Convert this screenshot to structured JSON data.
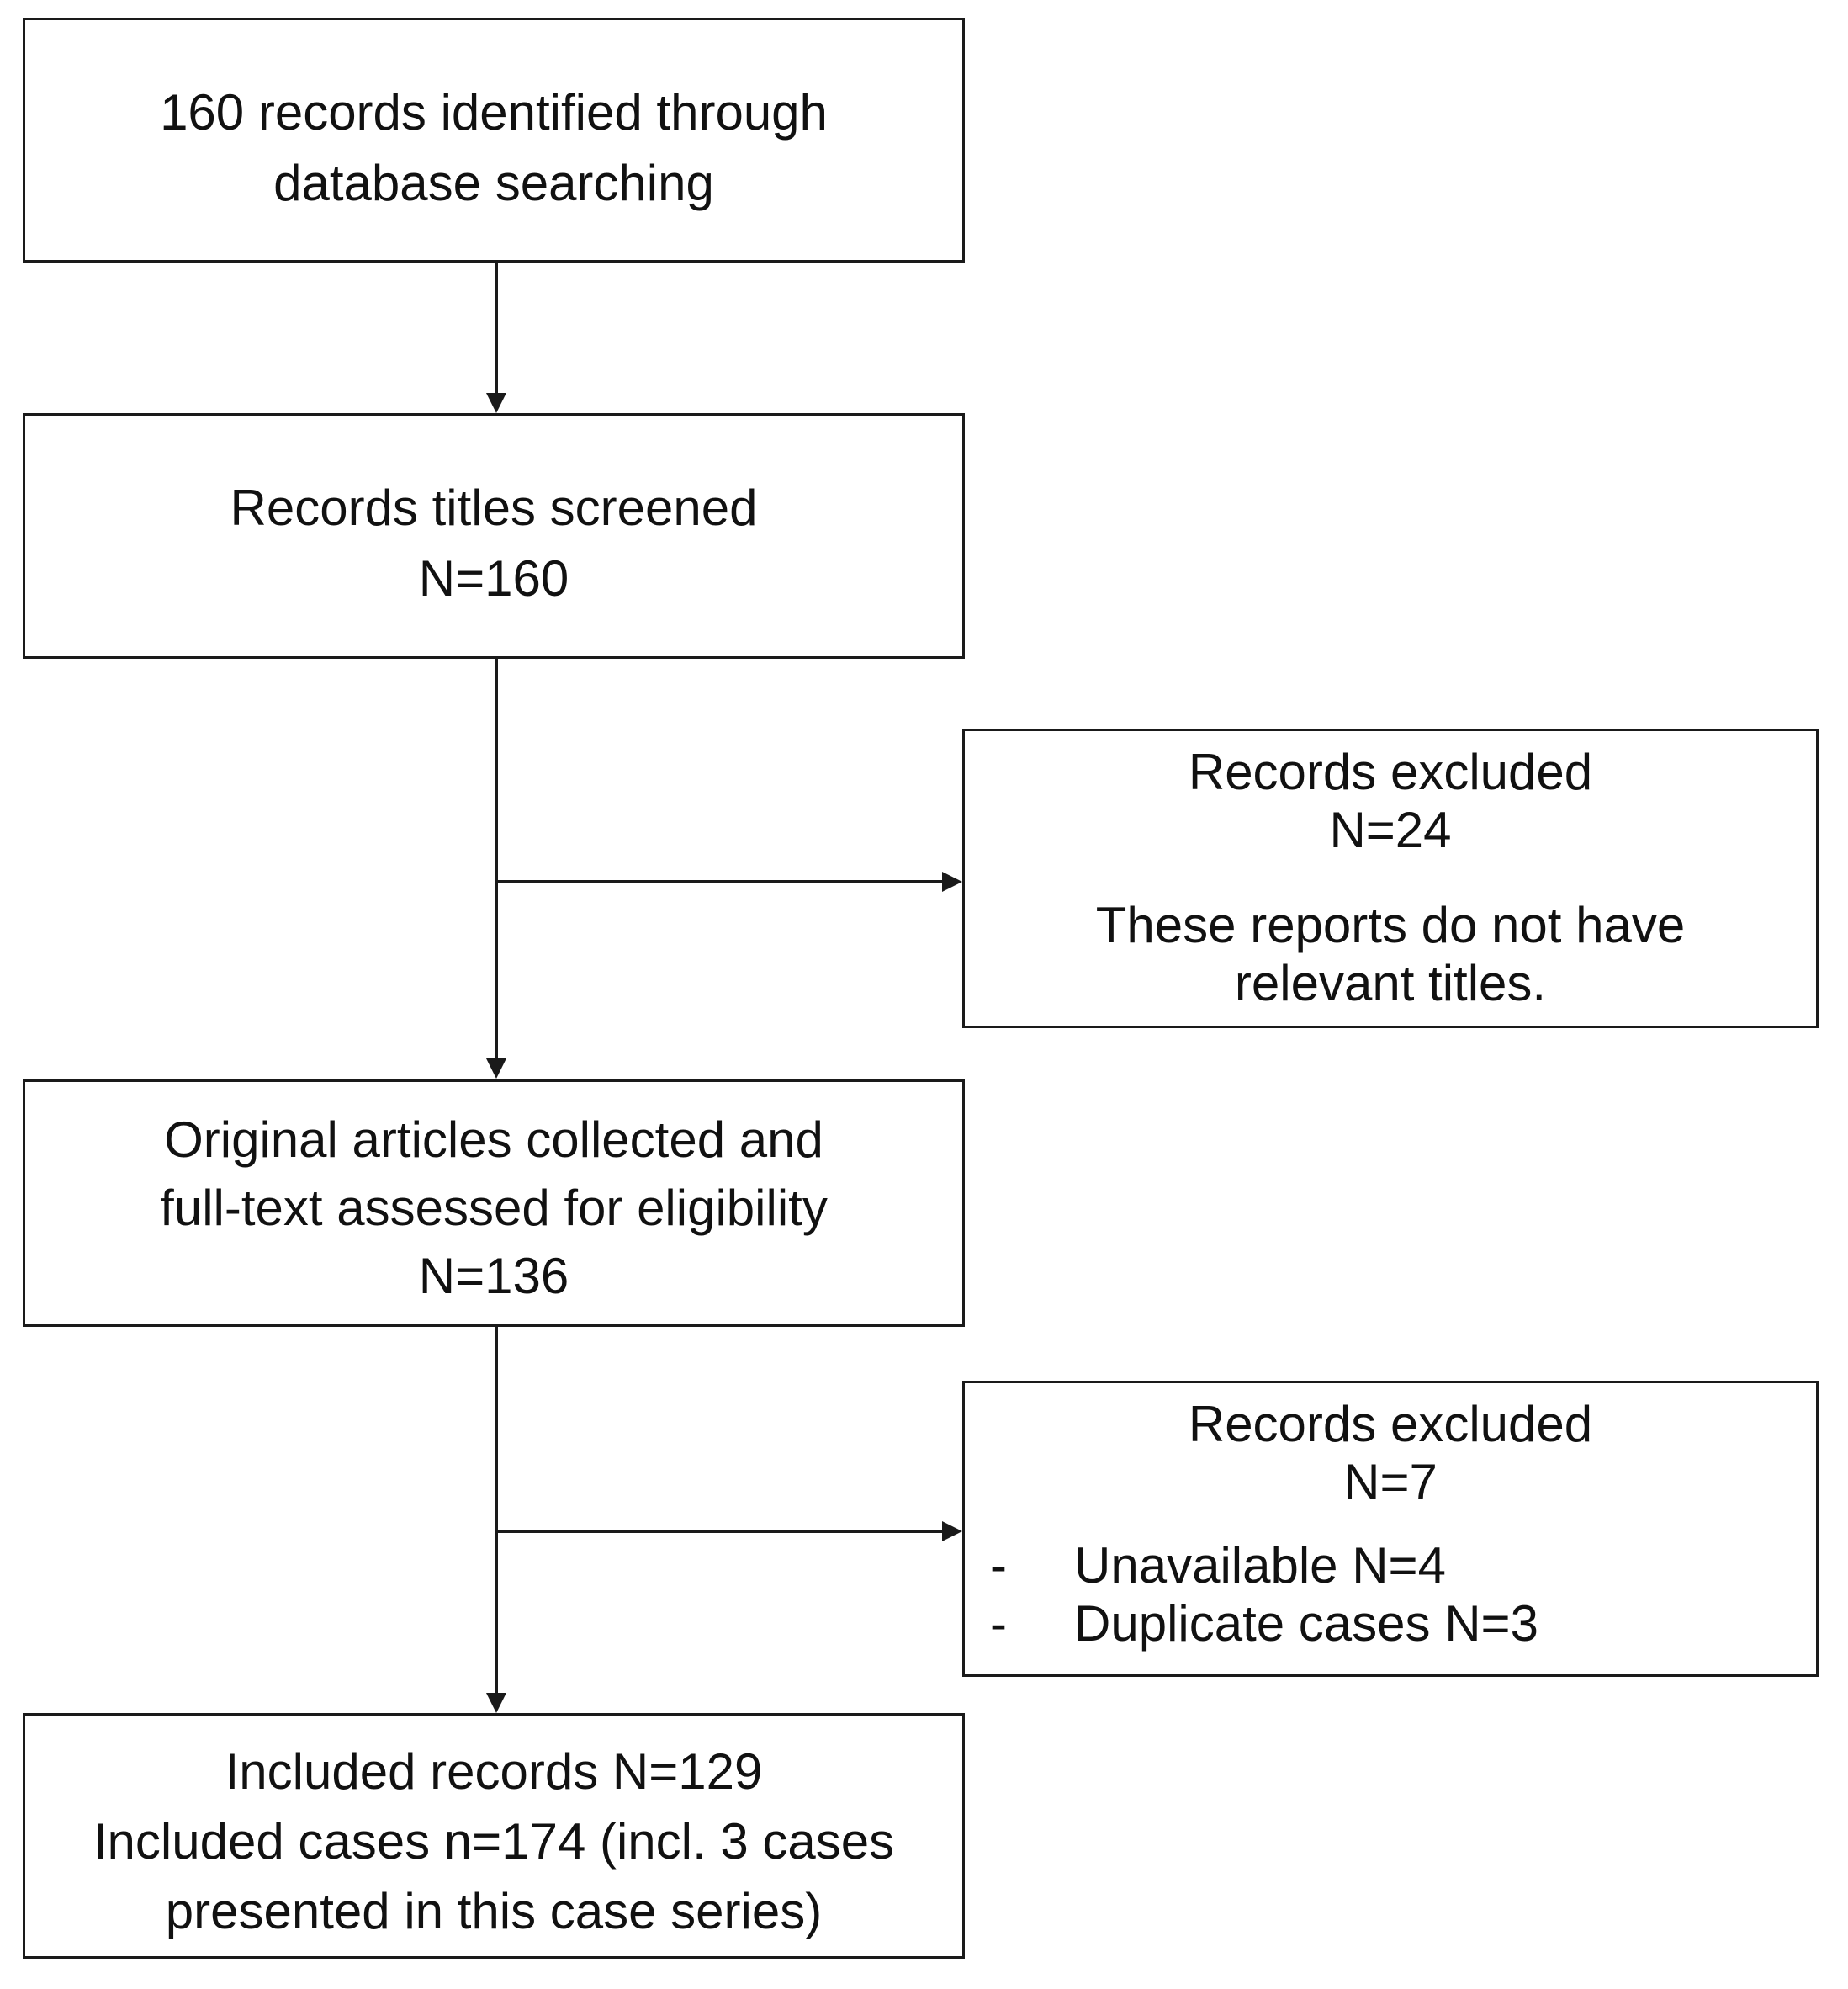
{
  "identified": {
    "line1": "160 records identified through",
    "line2": "database searching"
  },
  "screened": {
    "line1": "Records titles screened",
    "line2": "N=160"
  },
  "excluded_titles": {
    "line1": "Records excluded",
    "line2": "N=24",
    "line3": "These reports do not have",
    "line4": "relevant titles."
  },
  "fulltext": {
    "line1": "Original articles collected and",
    "line2": "full-text assessed for eligibility",
    "line3": "N=136"
  },
  "excluded_fulltext": {
    "line1": "Records excluded",
    "line2": "N=7",
    "items": [
      {
        "dash": "-",
        "text": "Unavailable N=4"
      },
      {
        "dash": "-",
        "text": "Duplicate cases N=3"
      }
    ]
  },
  "included": {
    "line1": "Included records N=129",
    "line2": "Included cases n=174 (incl. 3 cases",
    "line3": "presented in this case series)"
  }
}
